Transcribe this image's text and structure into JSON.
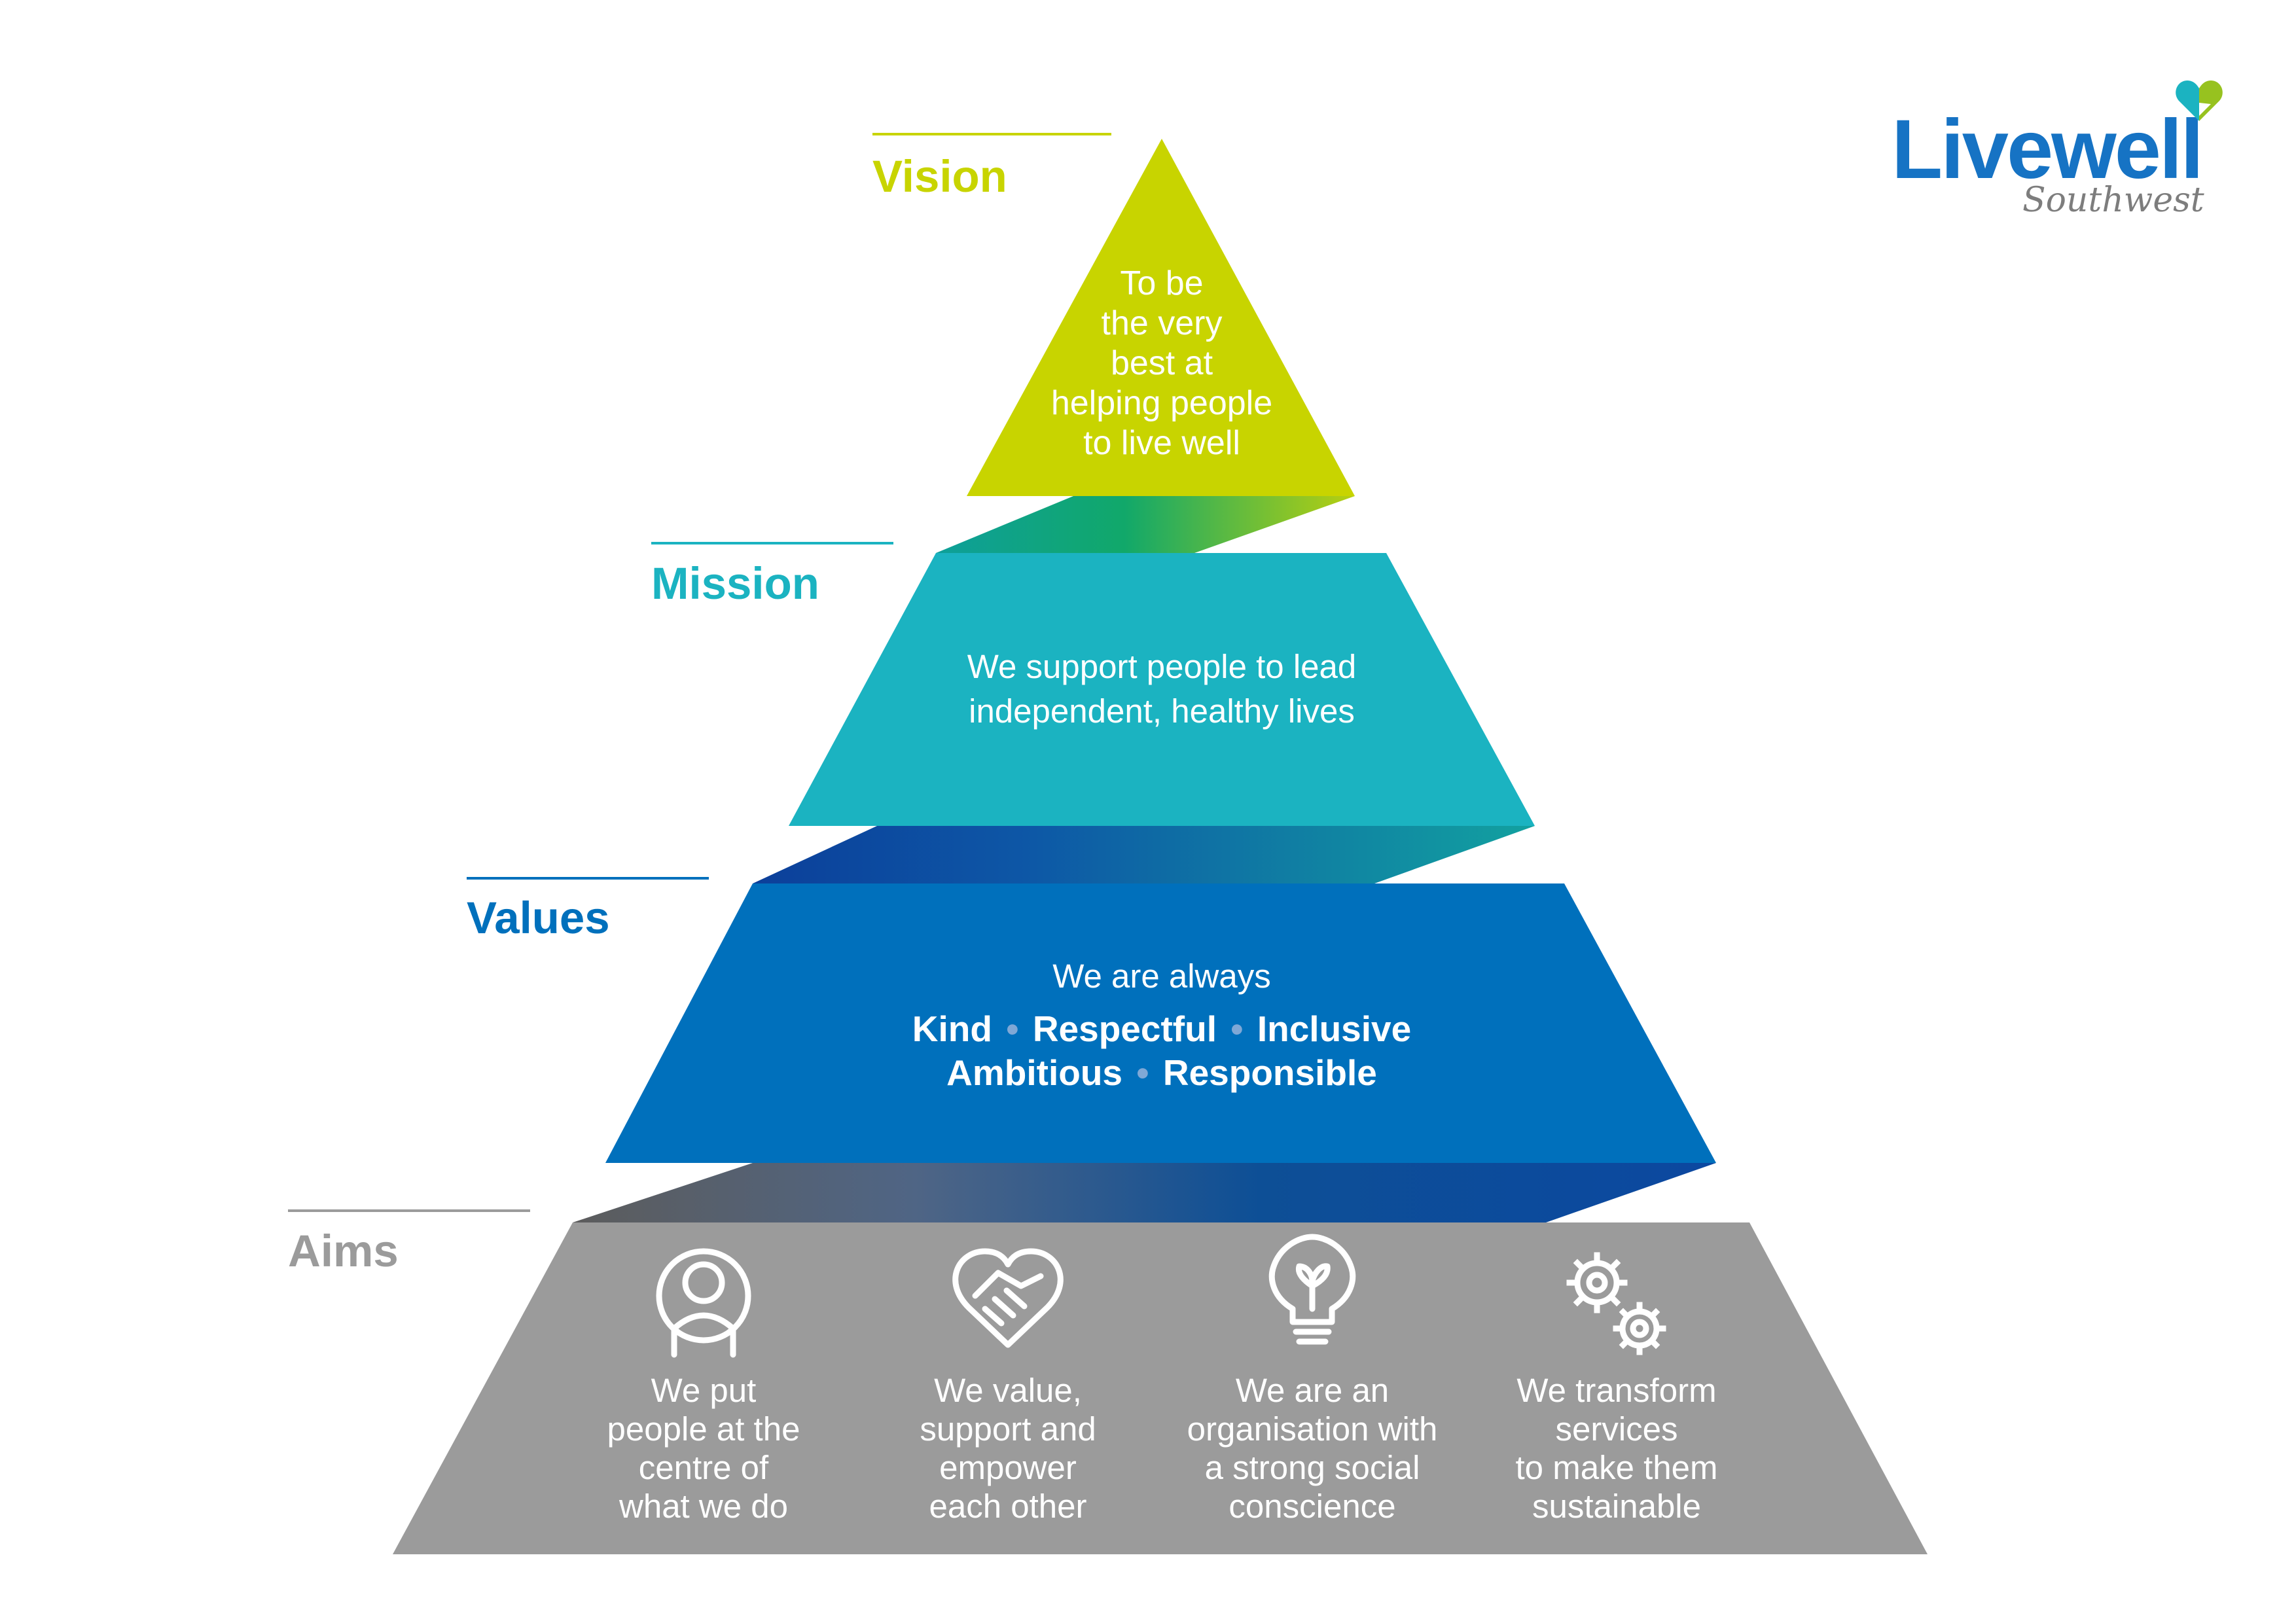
{
  "colors": {
    "vision": "#c8d400",
    "mission": "#1bb3c1",
    "values": "#0070bc",
    "aims": "#9b9b9b",
    "brand_blue": "#1673c4",
    "brand_green": "#97c21f",
    "brand_teal": "#1bb3c1"
  },
  "levels": {
    "vision": {
      "label": "Vision",
      "text_lines": [
        "To be",
        "the very",
        "best at",
        "helping people",
        "to live well"
      ]
    },
    "mission": {
      "label": "Mission",
      "text_lines": [
        "We support people to lead",
        "independent, healthy lives"
      ]
    },
    "values": {
      "label": "Values",
      "intro": "We are always",
      "items": [
        "Kind",
        "Respectful",
        "Inclusive",
        "Ambitious",
        "Responsible"
      ],
      "separator": "•"
    },
    "aims": {
      "label": "Aims",
      "items": [
        {
          "icon": "person-icon",
          "lines": [
            "We put",
            "people at the",
            "centre of",
            "what we do"
          ]
        },
        {
          "icon": "heart-handshake-icon",
          "lines": [
            "We value,",
            "support and",
            "empower",
            "each other"
          ]
        },
        {
          "icon": "lightbulb-plant-icon",
          "lines": [
            "We are an",
            "organisation with",
            "a strong social",
            "conscience"
          ]
        },
        {
          "icon": "gears-icon",
          "lines": [
            "We transform",
            "services",
            "to make them",
            "sustainable"
          ]
        }
      ]
    }
  },
  "brand": {
    "name": "Livewell",
    "sub": "Southwest",
    "icon": "heart-logo-icon"
  }
}
